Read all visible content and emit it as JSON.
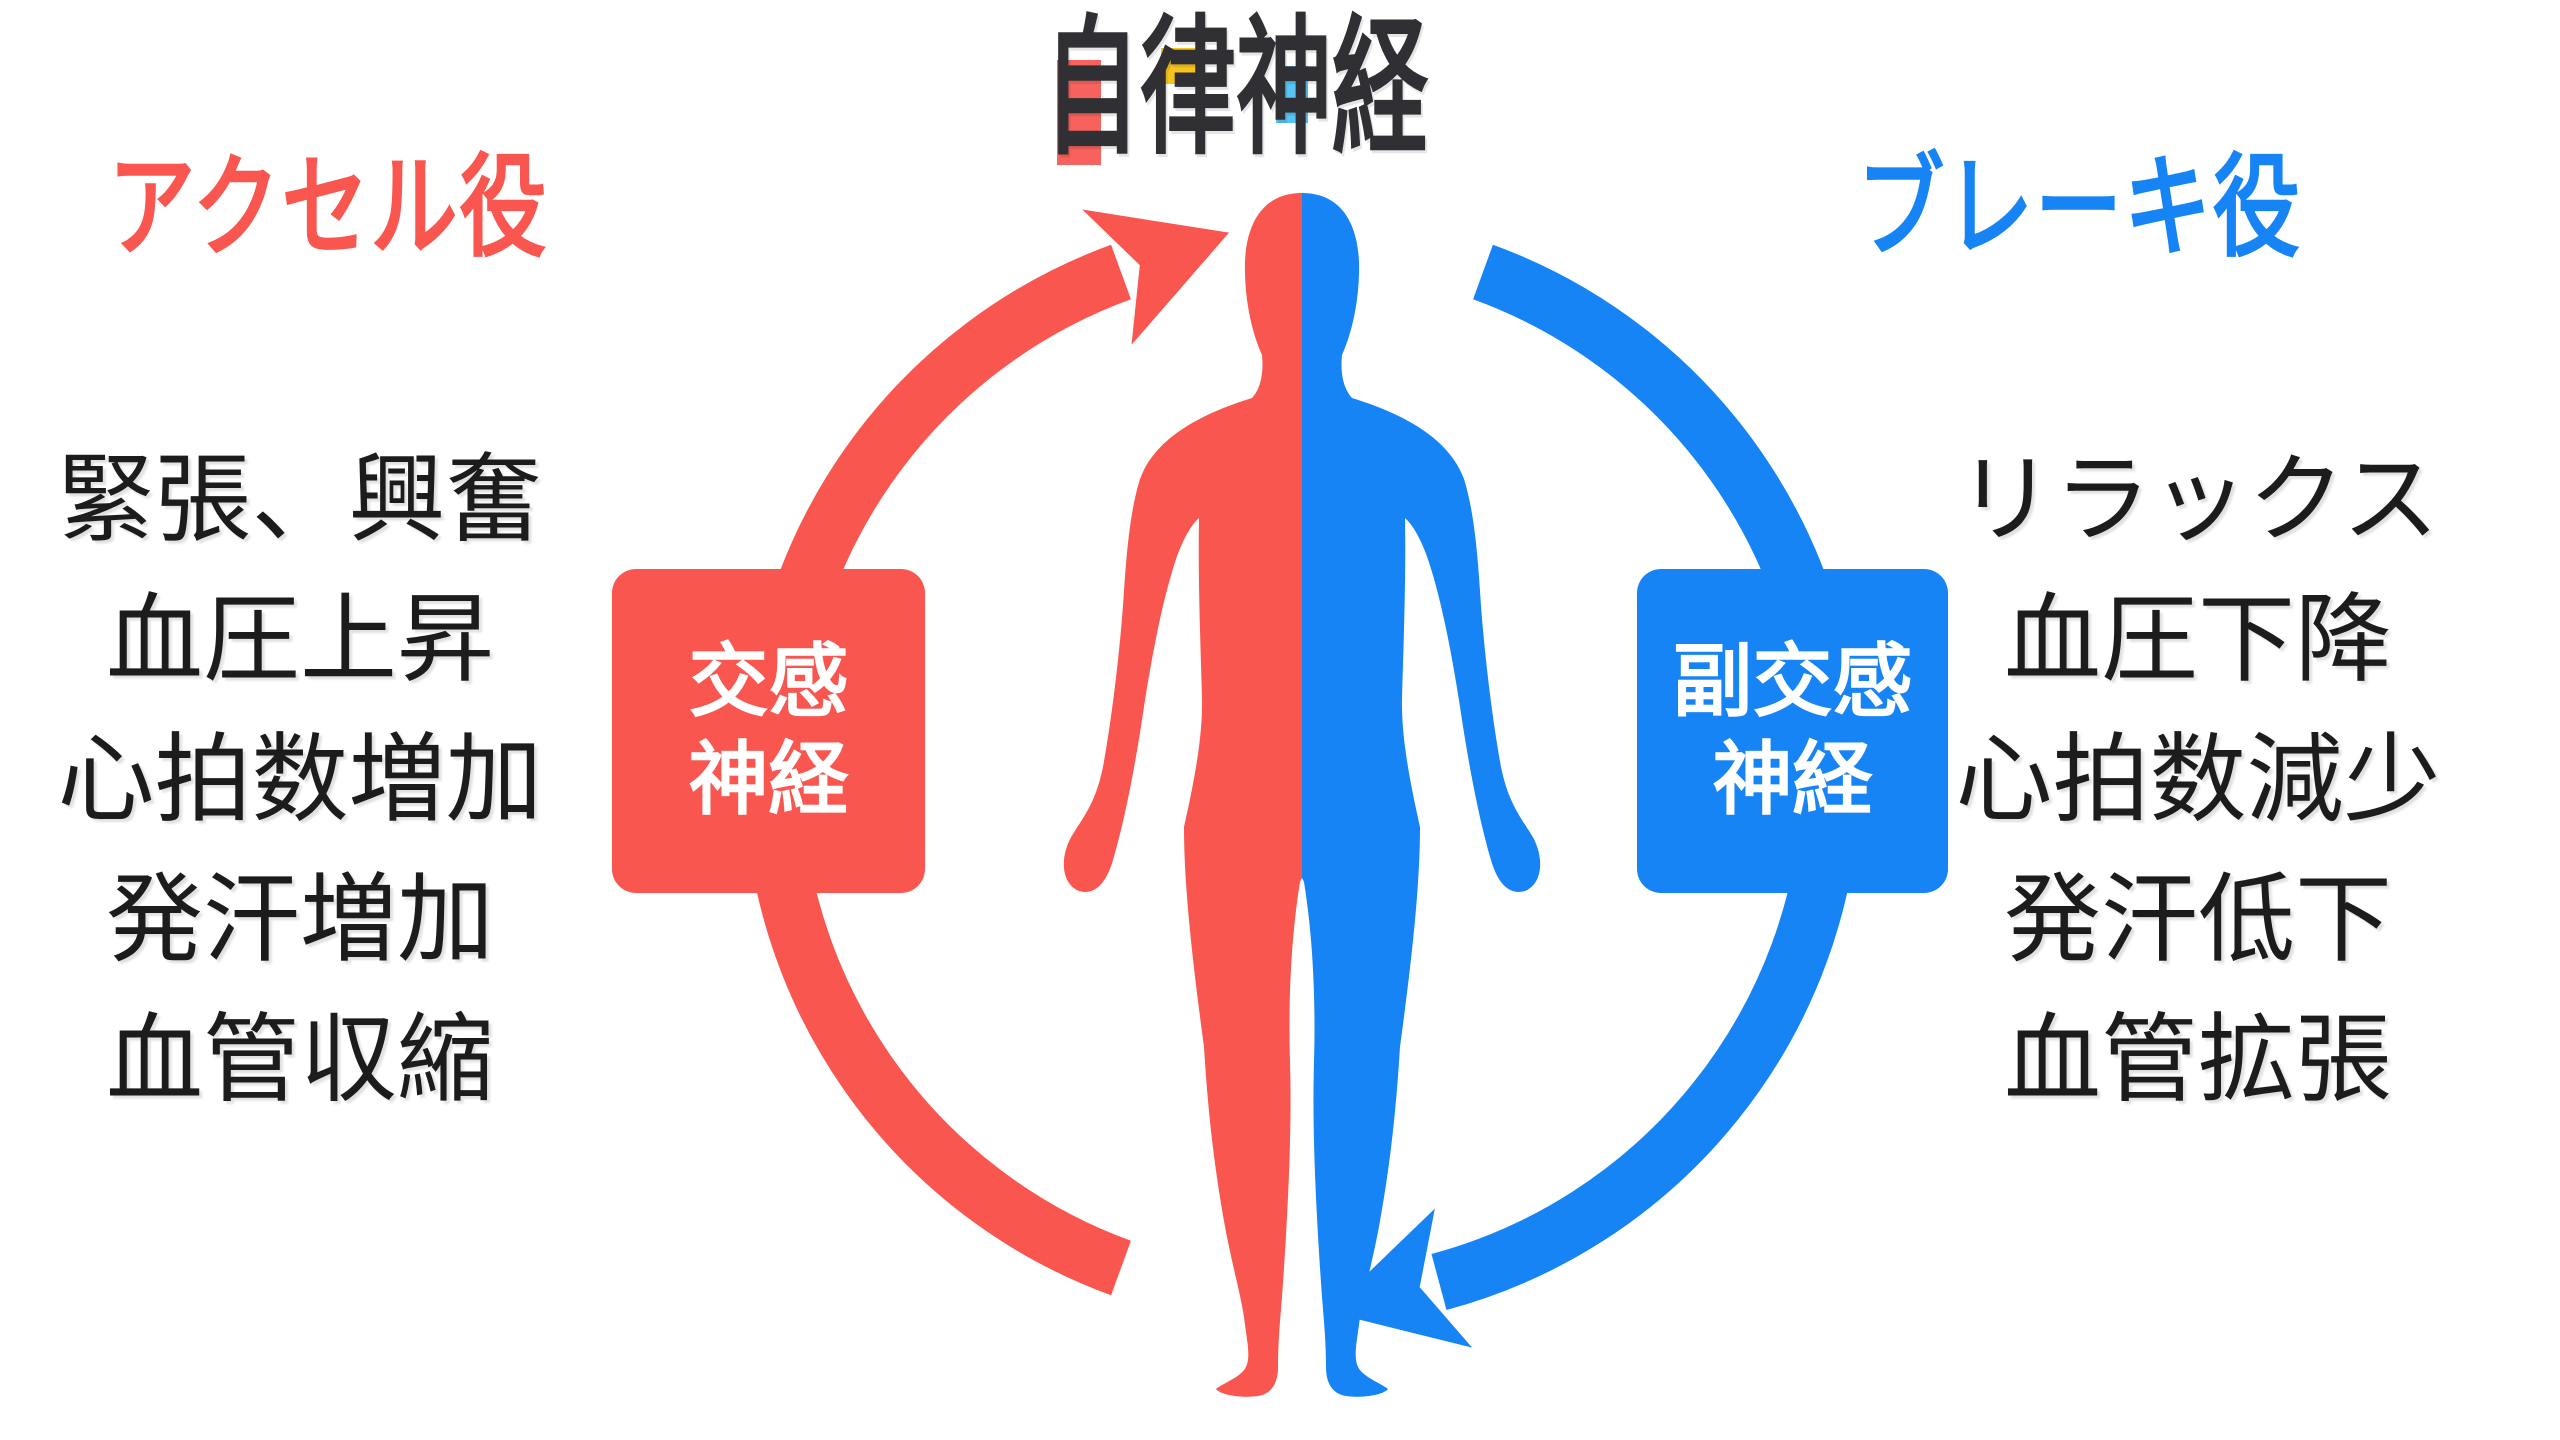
{
  "title": "自律神経",
  "left": {
    "role": "アクセル役",
    "box": {
      "line1": "交感",
      "line2": "神経"
    },
    "effects": [
      "緊張、興奮",
      "血圧上昇",
      "心拍数増加",
      "発汗増加",
      "血管収縮"
    ]
  },
  "right": {
    "role": "ブレーキ役",
    "box": {
      "line1": "副交感",
      "line2": "神経"
    },
    "effects": [
      "リラックス",
      "血圧下降",
      "心拍数減少",
      "発汗低下",
      "血管拡張"
    ]
  },
  "colors": {
    "sympathetic_red": "#F8564F",
    "parasympathetic_blue": "#1684F4",
    "title_dark": "#303034",
    "title_accent_red": "#F8625C",
    "title_accent_yellow": "#F6C31C",
    "title_accent_lightblue": "#56C5F3",
    "effects_text": "#1C1C1C",
    "box_text": "#FFFFFF"
  }
}
